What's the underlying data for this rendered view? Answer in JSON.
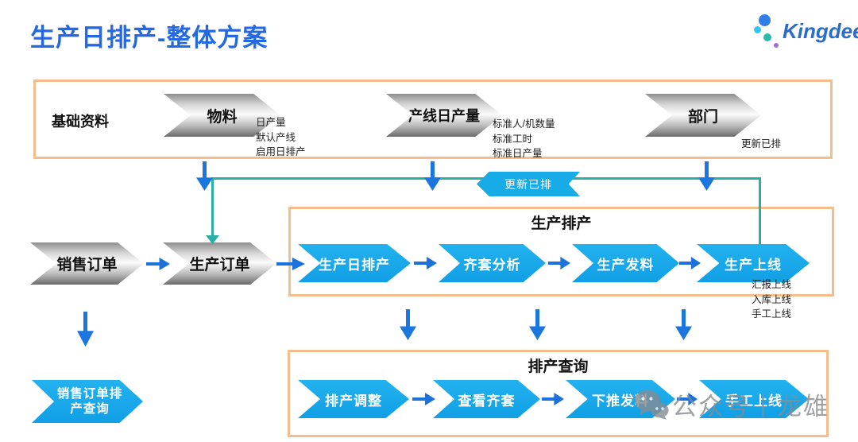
{
  "page": {
    "title": "生产日排产-整体方案"
  },
  "logo": {
    "brand": "Kingdee"
  },
  "base_box": {
    "label": "基础资料",
    "items": [
      {
        "label": "物料",
        "notes": [
          "日产量",
          "默认产线",
          "启用日排产"
        ]
      },
      {
        "label": "产线日产量",
        "notes": [
          "标准人/机数量",
          "标准工时",
          "标准日产量"
        ]
      },
      {
        "label": "部门",
        "notes": [
          "更新已排"
        ]
      }
    ]
  },
  "banner": {
    "label": "更新已排"
  },
  "orders": {
    "sales": "销售订单",
    "production": "生产订单",
    "sales_query": "销售订单排产查询"
  },
  "schedule_box": {
    "title": "生产排产",
    "steps": [
      "生产日排产",
      "齐套分析",
      "生产发料",
      "生产上线"
    ],
    "notes": [
      "汇报上线",
      "入库上线",
      "手工上线"
    ]
  },
  "query_box": {
    "title": "排产查询",
    "steps": [
      "排产调整",
      "查看齐套",
      "下推发料",
      "手工上线"
    ]
  },
  "watermark": {
    "text": "公众号丨龙雄"
  },
  "colors": {
    "title_blue": "#2368e4",
    "accent_blue": "#16a7e9",
    "connector_blue": "#1b72dc",
    "teal": "#2baea4",
    "box_border": "#f3be8c",
    "watermark_gray": "#878c92"
  }
}
